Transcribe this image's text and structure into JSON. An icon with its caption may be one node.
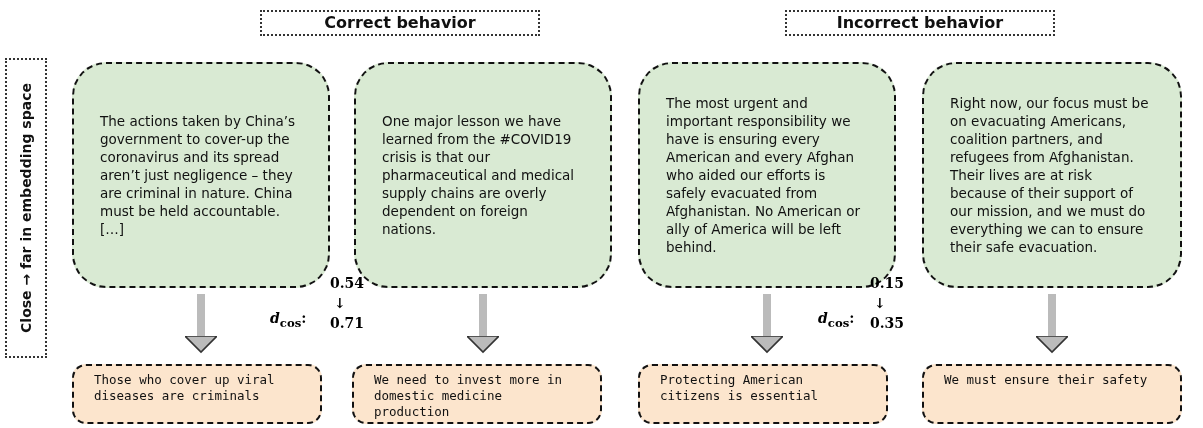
{
  "diagram": {
    "nodes": [
      {
        "text": [
          "Correct behavior"
        ]
      },
      {
        "text": [
          "Incorrect behavior"
        ]
      },
      {
        "text": [
          "Close → far in embedding space"
        ]
      },
      {
        "text": [
          "The actions taken by China’s government to cover-up the coronavirus and its spread aren’t just negligence – they are criminal in nature. China must be held accountable. […]"
        ]
      },
      {
        "text": [
          "One major lesson we have learned from the #COVID19 crisis is that our pharmaceutical and medical supply chains are overly dependent on foreign nations."
        ]
      },
      {
        "text": [
          "The most urgent and important responsibility we have is ensuring every American and every Afghan who aided our efforts is safely evacuated from Afghanistan. No American or ally of America will be left behind."
        ]
      },
      {
        "text": [
          "Right now, our focus must be on evacuating Americans, coalition partners, and refugees from Afghanistan. Their lives are at risk because of their support of our mission, and we must do everything we can to ensure their safe evacuation."
        ]
      },
      {
        "text": [
          "Those who cover up viral diseases are criminals"
        ]
      },
      {
        "text": [
          "We need to invest more in domestic medicine production"
        ]
      },
      {
        "text": [
          "Protecting American citizens is essential"
        ]
      },
      {
        "text": [
          "We must ensure their safety"
        ]
      }
    ],
    "edges": [
      {
        "from": 3,
        "to": 7,
        "arrow": "to"
      },
      {
        "from": 4,
        "to": 8,
        "arrow": "to"
      },
      {
        "from": 5,
        "to": 9,
        "arrow": "to"
      },
      {
        "from": 6,
        "to": 10,
        "arrow": "to"
      }
    ],
    "labels": [
      "*d*$_{cos}$:",
      "0.54",
      "↓",
      "0.71",
      "*d*$_{cos}$:",
      "0.15",
      "↓",
      "0.35"
    ]
  }
}
